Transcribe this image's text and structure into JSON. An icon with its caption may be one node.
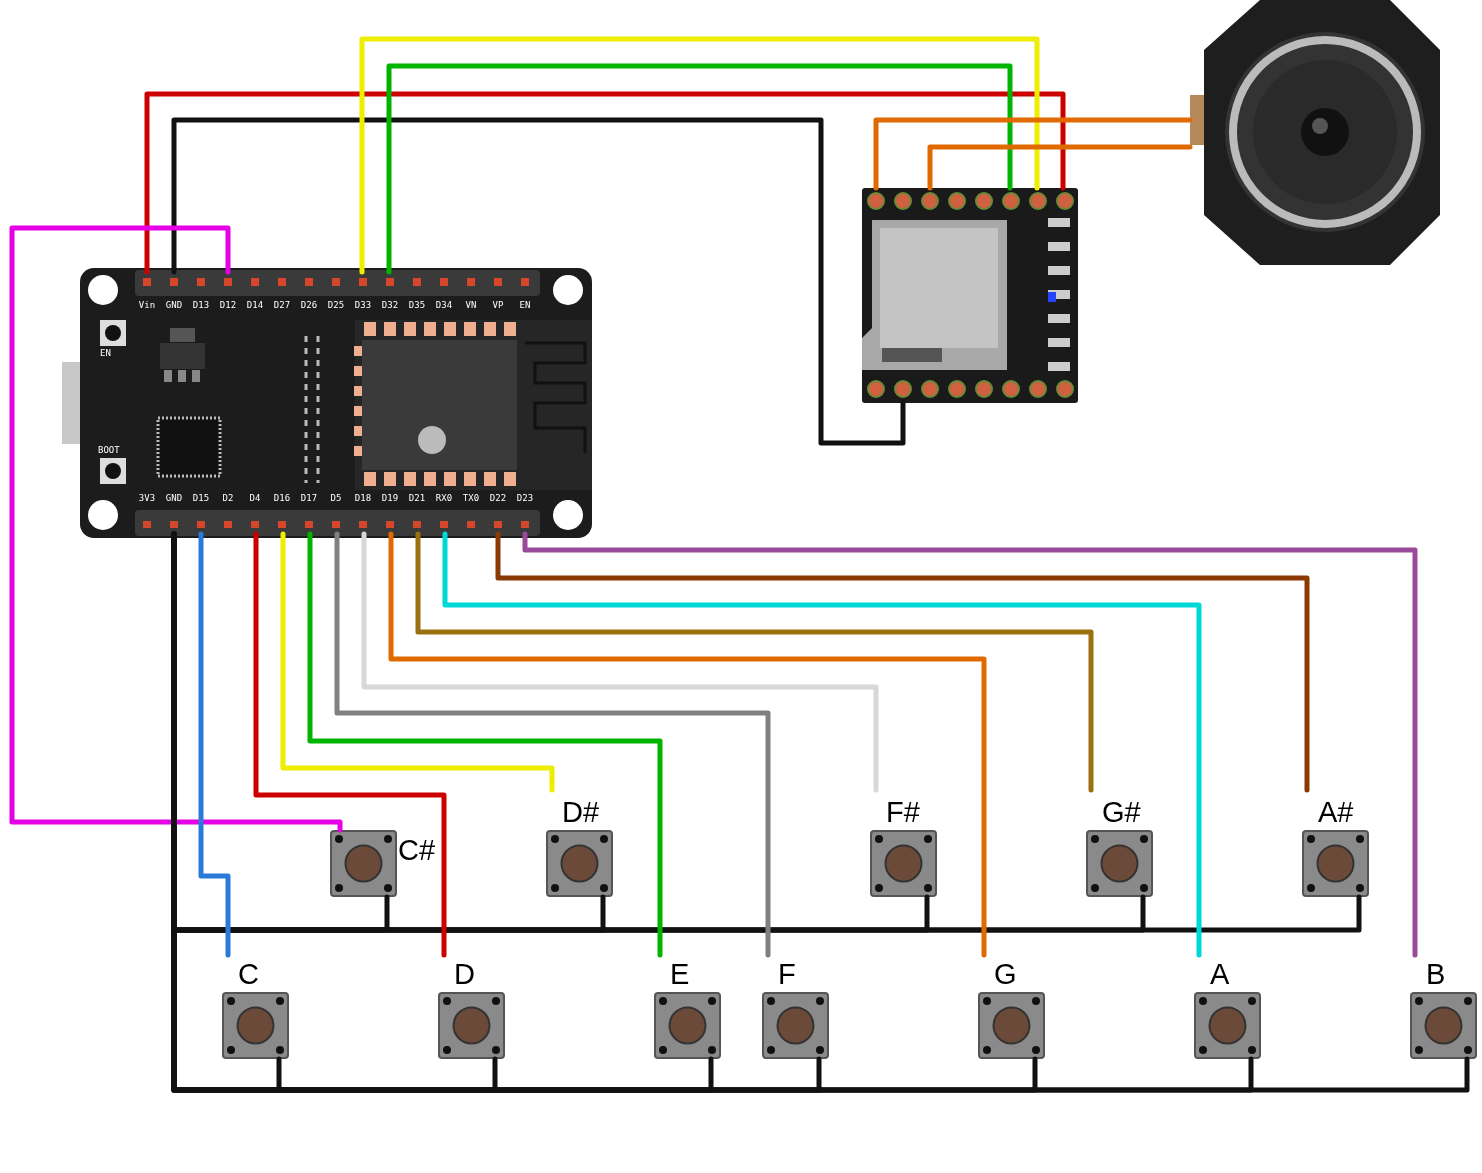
{
  "diagram": {
    "nodes": [
      {
        "text": [],
        "shape": "picture"
      },
      {
        "text": [
          "Vin"
        ],
        "in": 0
      },
      {
        "text": [
          "GND"
        ],
        "in": 0
      },
      {
        "text": [
          "D13"
        ],
        "in": 0
      },
      {
        "text": [
          "D12"
        ],
        "in": 0
      },
      {
        "text": [
          "D14"
        ],
        "in": 0
      },
      {
        "text": [
          "D27"
        ],
        "in": 0
      },
      {
        "text": [
          "D26"
        ],
        "in": 0
      },
      {
        "text": [
          "D25"
        ],
        "in": 0
      },
      {
        "text": [
          "D33"
        ],
        "in": 0
      },
      {
        "text": [
          "D32"
        ],
        "in": 0
      },
      {
        "text": [
          "D35"
        ],
        "in": 0
      },
      {
        "text": [
          "D34"
        ],
        "in": 0
      },
      {
        "text": [
          "VN"
        ],
        "in": 0
      },
      {
        "text": [
          "VP"
        ],
        "in": 0
      },
      {
        "text": [
          "EN"
        ],
        "in": 0
      },
      {
        "text": [
          "3V3"
        ],
        "in": 0
      },
      {
        "text": [
          "GND"
        ],
        "in": 0
      },
      {
        "text": [
          "D15"
        ],
        "in": 0
      },
      {
        "text": [
          "D2"
        ],
        "in": 0
      },
      {
        "text": [
          "D4"
        ],
        "in": 0
      },
      {
        "text": [
          "D16"
        ],
        "in": 0
      },
      {
        "text": [
          "D17"
        ],
        "in": 0
      },
      {
        "text": [
          "D5"
        ],
        "in": 0
      },
      {
        "text": [
          "D18"
        ],
        "in": 0
      },
      {
        "text": [
          "D19"
        ],
        "in": 0
      },
      {
        "text": [
          "D21"
        ],
        "in": 0
      },
      {
        "text": [
          "RX0"
        ],
        "in": 0
      },
      {
        "text": [
          "TX0"
        ],
        "in": 0
      },
      {
        "text": [
          "D22"
        ],
        "in": 0
      },
      {
        "text": [
          "D23"
        ],
        "in": 0
      },
      {
        "text": [],
        "shape": "picture"
      },
      {
        "text": [],
        "shape": "picture"
      },
      {
        "text": [
          "C#"
        ]
      },
      {
        "text": [
          "D#"
        ]
      },
      {
        "text": [
          "F#"
        ]
      },
      {
        "text": [
          "G#"
        ]
      },
      {
        "text": [
          "A#"
        ]
      },
      {
        "text": [
          "C"
        ]
      },
      {
        "text": [
          "D"
        ]
      },
      {
        "text": [
          "E"
        ]
      },
      {
        "text": [
          "F"
        ]
      },
      {
        "text": [
          "G"
        ]
      },
      {
        "text": [
          "A"
        ]
      },
      {
        "text": [
          "B"
        ]
      }
    ],
    "edges": [
      {
        "from": 1,
        "to": 31,
        "arrow": "none",
        "color": "#cc0000"
      },
      {
        "from": 2,
        "to": 31,
        "arrow": "none"
      },
      {
        "from": 4,
        "to": 33,
        "arrow": "none",
        "color": "#e600e6"
      },
      {
        "from": 9,
        "to": 31,
        "arrow": "none",
        "color": "#eeee00"
      },
      {
        "from": 10,
        "to": 31,
        "arrow": "none",
        "color": "#00b400"
      },
      {
        "from": 31,
        "to": 32,
        "arrow": "none",
        "color": "#e06a00"
      },
      {
        "from": 31,
        "to": 32,
        "arrow": "none",
        "color": "#e06a00"
      },
      {
        "from": 17,
        "to": 33,
        "arrow": "none"
      },
      {
        "from": 17,
        "to": 34,
        "arrow": "none"
      },
      {
        "from": 17,
        "to": 35,
        "arrow": "none"
      },
      {
        "from": 17,
        "to": 36,
        "arrow": "none"
      },
      {
        "from": 17,
        "to": 37,
        "arrow": "none"
      },
      {
        "from": 17,
        "to": 38,
        "arrow": "none"
      },
      {
        "from": 17,
        "to": 39,
        "arrow": "none"
      },
      {
        "from": 17,
        "to": 40,
        "arrow": "none"
      },
      {
        "from": 17,
        "to": 41,
        "arrow": "none"
      },
      {
        "from": 17,
        "to": 42,
        "arrow": "none"
      },
      {
        "from": 17,
        "to": 43,
        "arrow": "none"
      },
      {
        "from": 17,
        "to": 44,
        "arrow": "none"
      },
      {
        "from": 18,
        "to": 38,
        "arrow": "none",
        "color": "#2a7bd8"
      },
      {
        "from": 20,
        "to": 39,
        "arrow": "none",
        "color": "#cc0000"
      },
      {
        "from": 21,
        "to": 34,
        "arrow": "none",
        "color": "#eeee00"
      },
      {
        "from": 22,
        "to": 40,
        "arrow": "none",
        "color": "#00b400"
      },
      {
        "from": 23,
        "to": 41,
        "arrow": "none",
        "color": "#808080"
      },
      {
        "from": 24,
        "to": 35,
        "arrow": "none",
        "color": "#d8d8d8"
      },
      {
        "from": 25,
        "to": 42,
        "arrow": "none",
        "color": "#e06a00"
      },
      {
        "from": 26,
        "to": 36,
        "arrow": "none",
        "color": "#9a7010"
      },
      {
        "from": 27,
        "to": 43,
        "arrow": "none",
        "color": "#00d8d8"
      },
      {
        "from": 29,
        "to": 37,
        "arrow": "none",
        "color": "#8a3a00"
      },
      {
        "from": 30,
        "to": 44,
        "arrow": "none",
        "color": "#9a4a9a"
      }
    ],
    "labels": [
      "EN",
      "BOOT"
    ]
  }
}
